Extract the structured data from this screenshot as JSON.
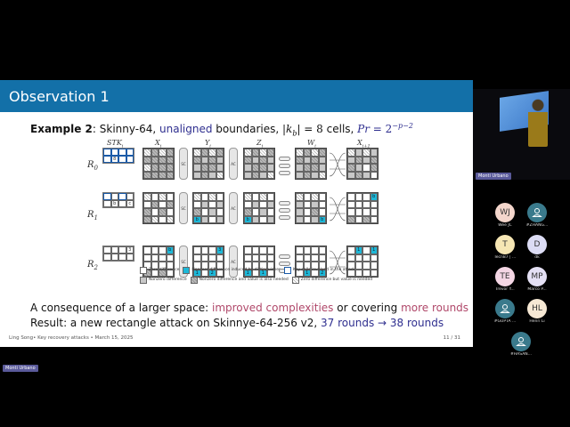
{
  "slide": {
    "title": "Observation 1",
    "example": {
      "label": "Example 2",
      "sep": ": Skinny-64, ",
      "highlight": "unaligned",
      "rest": " boundaries, ",
      "kb_math": "|k",
      "kb_sub": "b",
      "kb_eq": "| = 8",
      "cells": " cells, ",
      "pr_math": "Pr",
      "pr_eq": " = 2",
      "pr_exp": "−p−2"
    },
    "figure": {
      "row_labels": [
        "R0",
        "R1",
        "R2"
      ],
      "column_labels": [
        "STK_i",
        "X_i",
        "Y_i",
        "Z_i",
        "W_i",
        "X_{i+1}"
      ],
      "op_labels": {
        "sc": "SC",
        "ac": "AC"
      },
      "legend": [
        {
          "label": "Zero difference",
          "swatch": "white"
        },
        {
          "label": "Nonzero difference induced by distinguisher",
          "swatch": "cyan"
        },
        {
          "label": "Key cells involved in the attack",
          "swatch": "key"
        },
        {
          "label": "Nonzero difference",
          "swatch": "gray"
        },
        {
          "label": "Nonzero difference and value is also needed",
          "swatch": "hatched-dark"
        },
        {
          "label": "Zero difference but value is needed",
          "swatch": "hatched-light"
        }
      ]
    },
    "consequence": {
      "prefix": "A consequence of a larger space: ",
      "h1": "improved complexities",
      "mid": " or covering ",
      "h2": "more rounds"
    },
    "result": {
      "prefix": "Result: a new rectangle attack on Skinnye-64-256 v2, ",
      "h": "37 rounds → 38 rounds"
    },
    "footer": {
      "left": "Ling Song• Key recovery attacks • March 15, 2025",
      "page": "11 / 31"
    }
  },
  "speaker": {
    "name": "Monti Urbano"
  },
  "presenter_tag": "Monti Urbano",
  "participants": [
    {
      "initials": "WJ",
      "name": "Wee JC",
      "color": "#f4d6cc"
    },
    {
      "initials": "",
      "name": "#ZHANG...",
      "color": "#3a7a8c",
      "icon": "person-icon"
    },
    {
      "initials": "T",
      "name": "Tecn87 | ...",
      "color": "#f6e6b4"
    },
    {
      "initials": "D",
      "name": "dk",
      "color": "#dcdcf4"
    },
    {
      "initials": "TE",
      "name": "Trevor Y...",
      "color": "#f4d6e4"
    },
    {
      "initials": "MP",
      "name": "Marco P...",
      "color": "#e4e0f4"
    },
    {
      "initials": "",
      "name": "#GUPTA ...",
      "color": "#3a7a8c",
      "icon": "person-icon"
    },
    {
      "initials": "HL",
      "name": "Henri Li",
      "color": "#f6e8d4"
    },
    {
      "initials": "",
      "name": "#HASAN...",
      "color": "#3a7a8c",
      "icon": "person-icon"
    }
  ],
  "colors": {
    "header_blue": "#1370a8",
    "highlight_blue": "#2f2f8f",
    "highlight_rose": "#b0486a",
    "cyan_cell": "#1cb8d8",
    "name_tag": "#5a5a9a"
  }
}
